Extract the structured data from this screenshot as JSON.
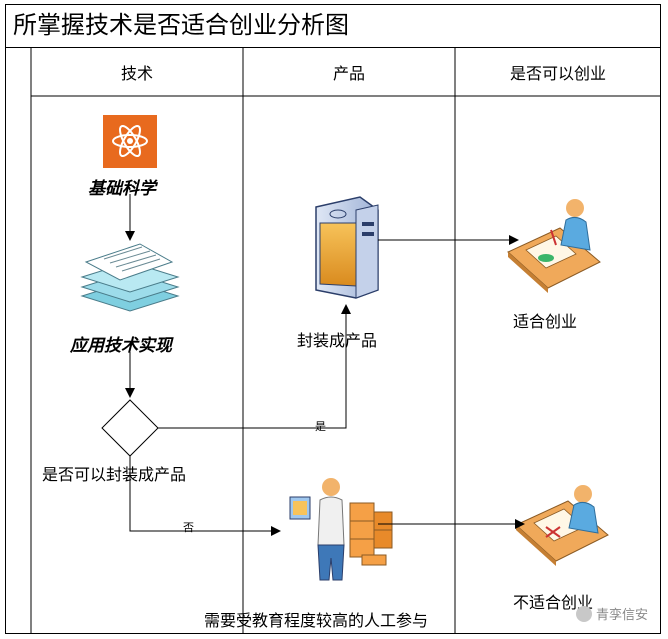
{
  "title": "所掌握技术是否适合创业分析图",
  "lanes": [
    "技术",
    "产品",
    "是否可以创业"
  ],
  "nodes": {
    "basic_science": "基础科学",
    "applied_tech": "应用技术实现",
    "decision": "是否可以封装成产品",
    "packaged_product": "封装成产品",
    "suitable": "适合创业",
    "human_work": "需要受教育程度较高的人工参与",
    "not_suitable": "不适合创业"
  },
  "edges": {
    "yes": "是",
    "no": "否"
  },
  "watermark": "青孪信安",
  "colors": {
    "science_icon_bg": "#e86a1e",
    "document_fill": "#a9e4ec",
    "person_skin": "#f2b36b",
    "person_shirt": "#5aaae0",
    "desk": "#f0a95a",
    "box_orange": "#f5a046"
  },
  "icons": [
    "atom-icon",
    "documents-icon",
    "diamond-decision",
    "server-icon",
    "desk-worker-icon",
    "worker-with-boxes-icon"
  ]
}
